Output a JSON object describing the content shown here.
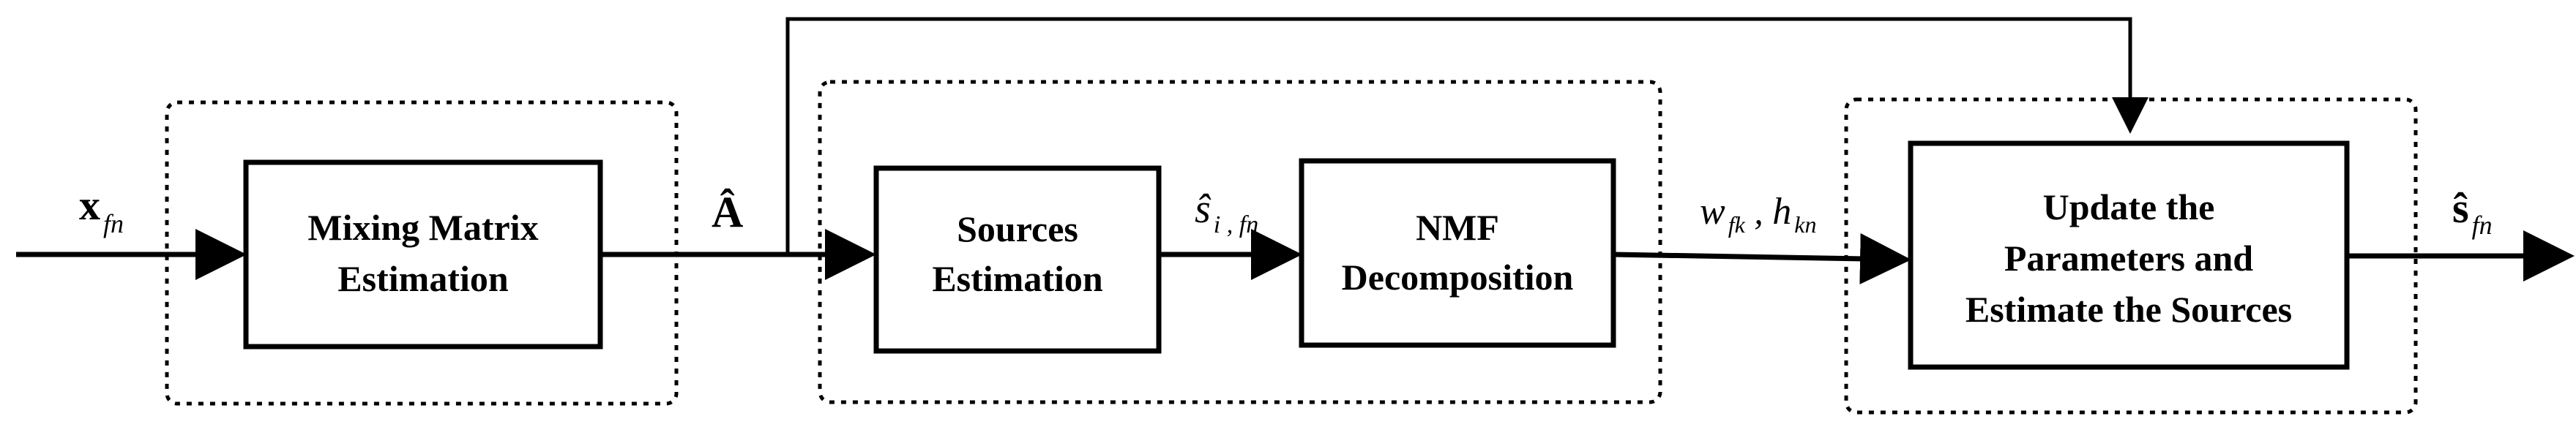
{
  "blocks": {
    "mixing": {
      "line1": "Mixing Matrix",
      "line2": "Estimation"
    },
    "sources": {
      "line1": "Sources",
      "line2": "Estimation"
    },
    "nmf": {
      "line1": "NMF",
      "line2": "Decomposition"
    },
    "update": {
      "line1": "Update the",
      "line2": "Parameters  and",
      "line3": "Estimate the Sources"
    }
  },
  "signals": {
    "input": {
      "base": "x",
      "sub": "fn"
    },
    "mixing_out": {
      "base": "Â"
    },
    "source_est": {
      "base": "ŝ",
      "sub": "i , fn"
    },
    "nmf_out": {
      "w": "w",
      "w_sub": "fk",
      "sep": " , ",
      "h": "h",
      "h_sub": "kn"
    },
    "output": {
      "base": "ŝ",
      "sub": "fn"
    }
  },
  "colors": {
    "line": "#000000",
    "background": "#ffffff"
  }
}
